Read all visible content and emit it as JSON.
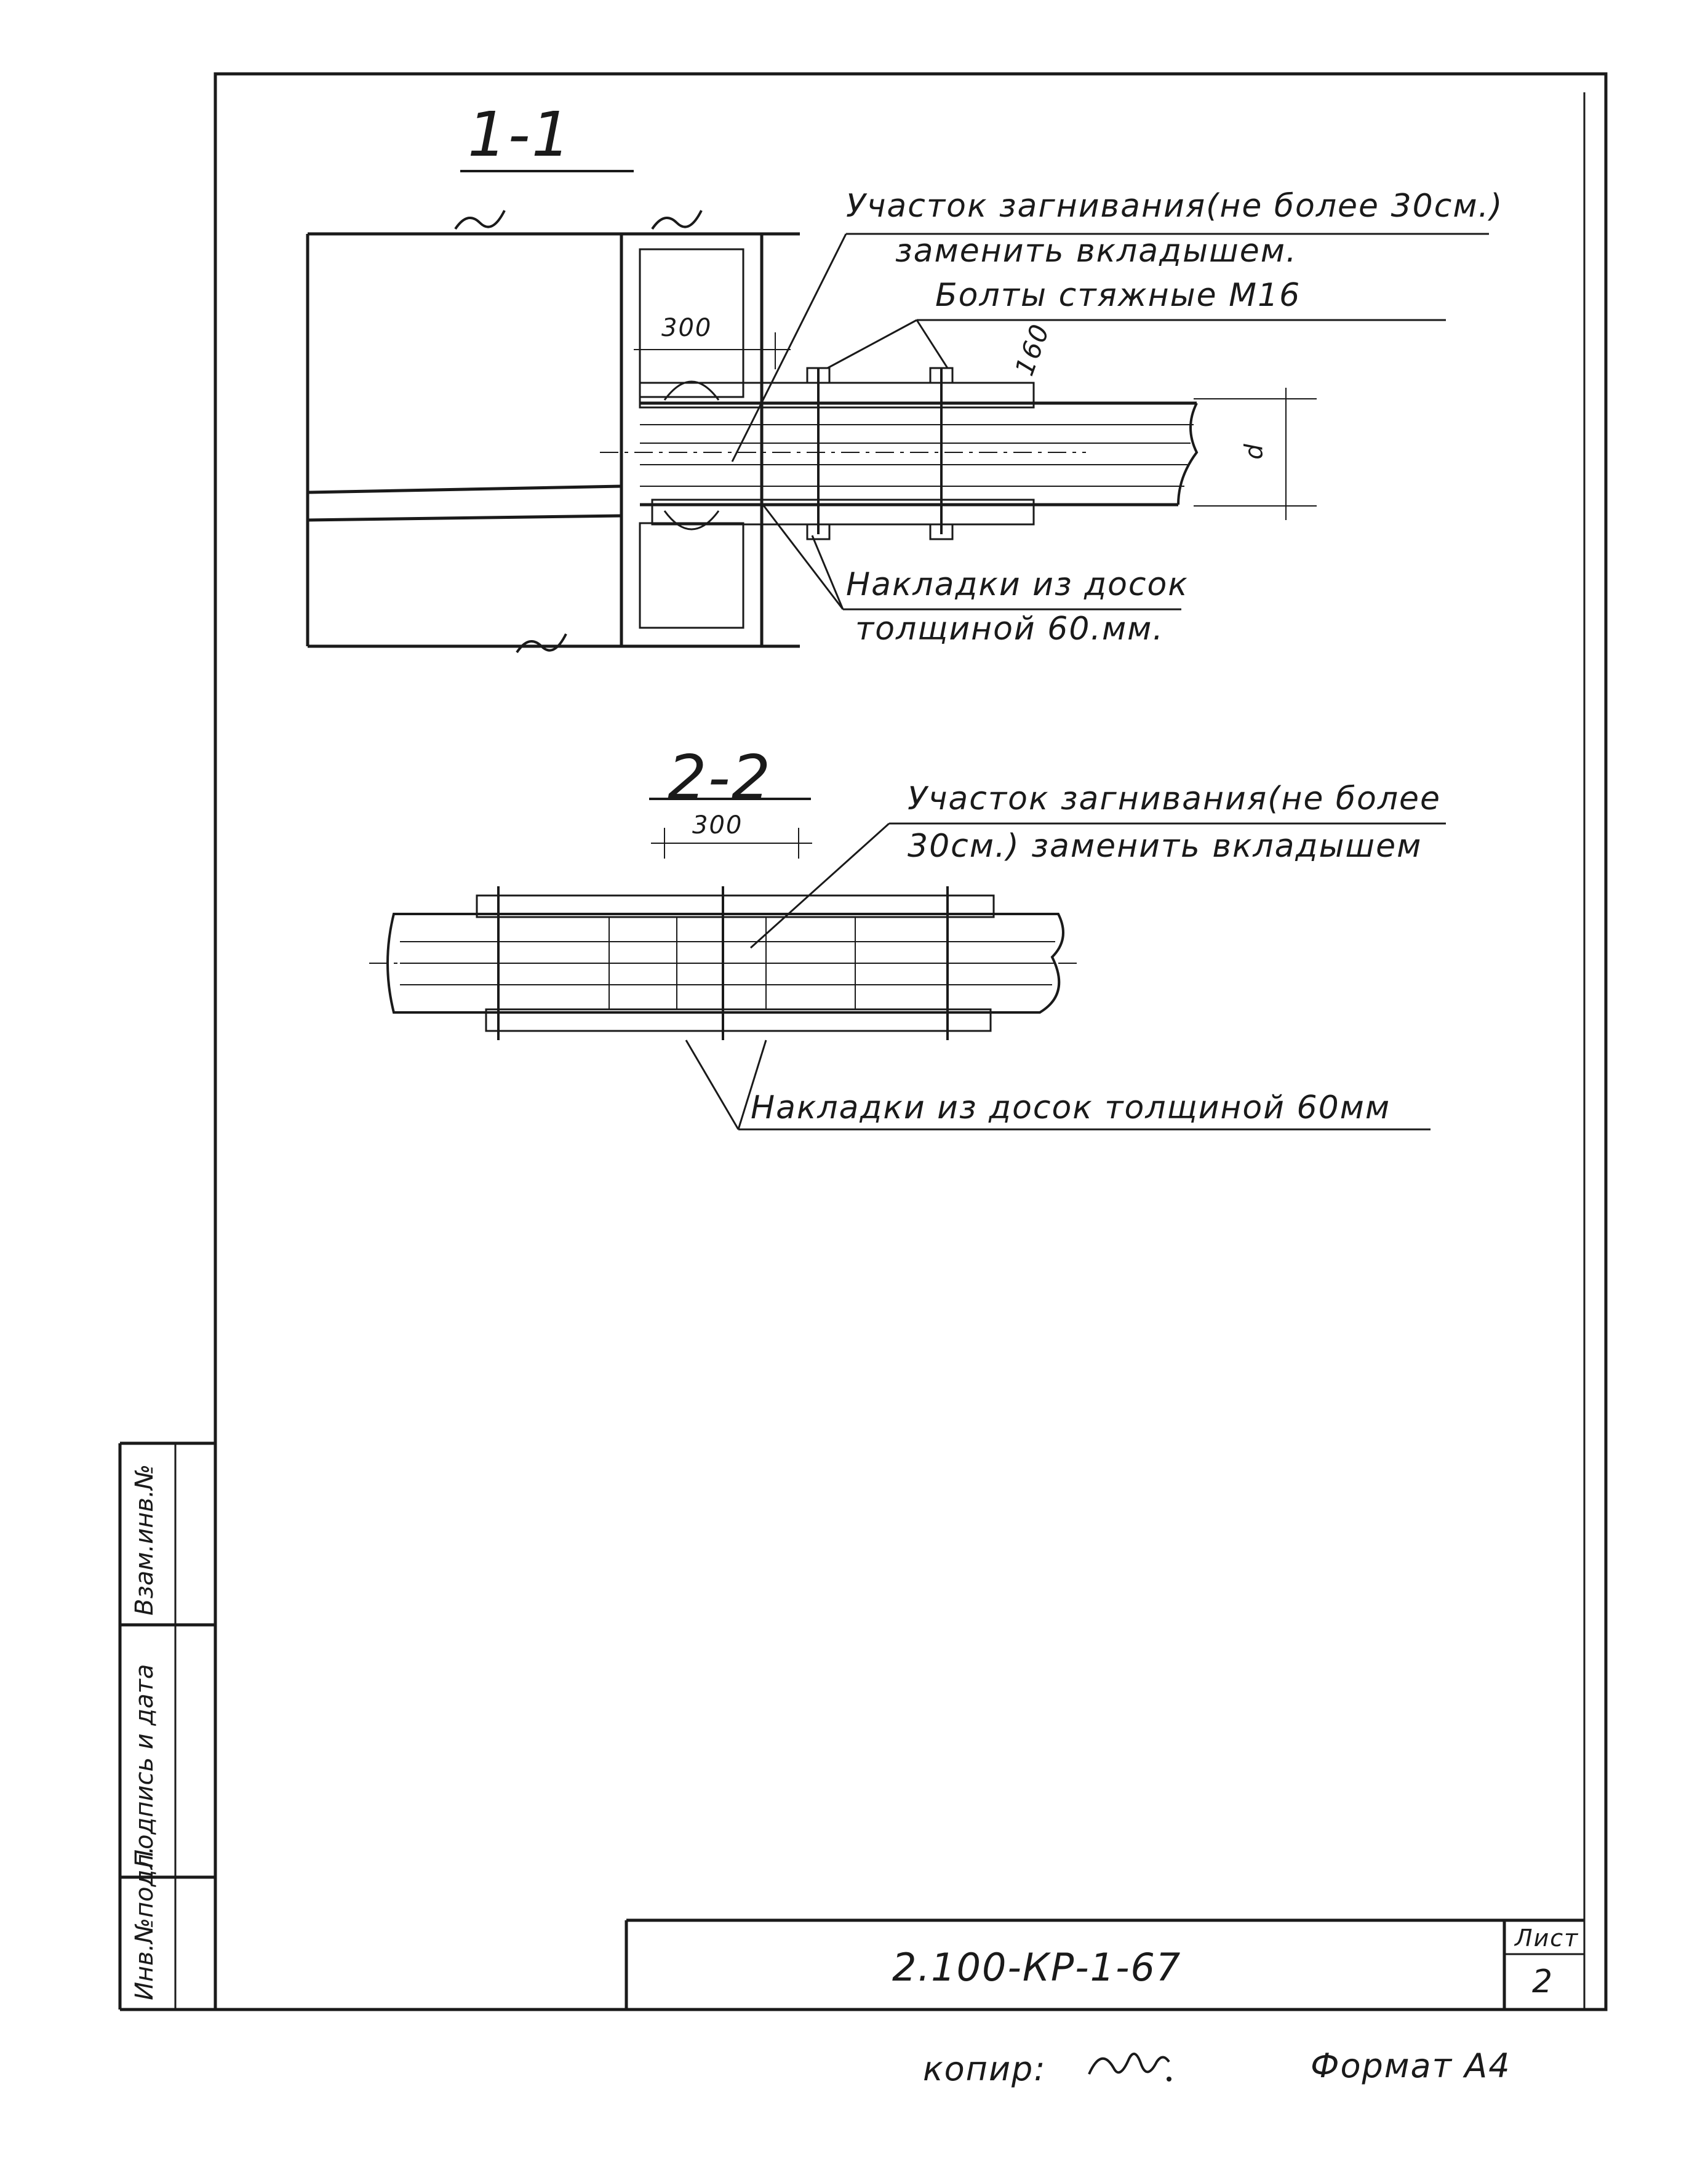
{
  "section_1_1": {
    "title": "1-1",
    "callout_insert_line1": "Участок загнивания(не более 30см.)",
    "callout_insert_line2": "заменить вкладышем.",
    "callout_bolts": "Болты стяжные М16",
    "callout_overlays_line1": "Накладки из досок",
    "callout_overlays_line2": "толщиной 60.мм.",
    "dim_300": "300",
    "dim_160": "160",
    "dim_d": "d"
  },
  "section_2_2": {
    "title": "2-2",
    "callout_insert_line1": "Участок загнивания(не более",
    "callout_insert_line2": "30см.) заменить вкладышем",
    "callout_overlays": "Накладки из досок толщиной 60мм",
    "dim_300": "300"
  },
  "side_stamp": {
    "inv_orig": "Инв.№подл.",
    "sign_date": "Подпись и дата",
    "inv_replace": "Взам.инв.№"
  },
  "title_block": {
    "doc_code": "2.100-КР-1-67",
    "sheet_label": "Лист",
    "sheet_number": "2"
  },
  "footer": {
    "copied": "копир:",
    "format": "Формат А4"
  }
}
